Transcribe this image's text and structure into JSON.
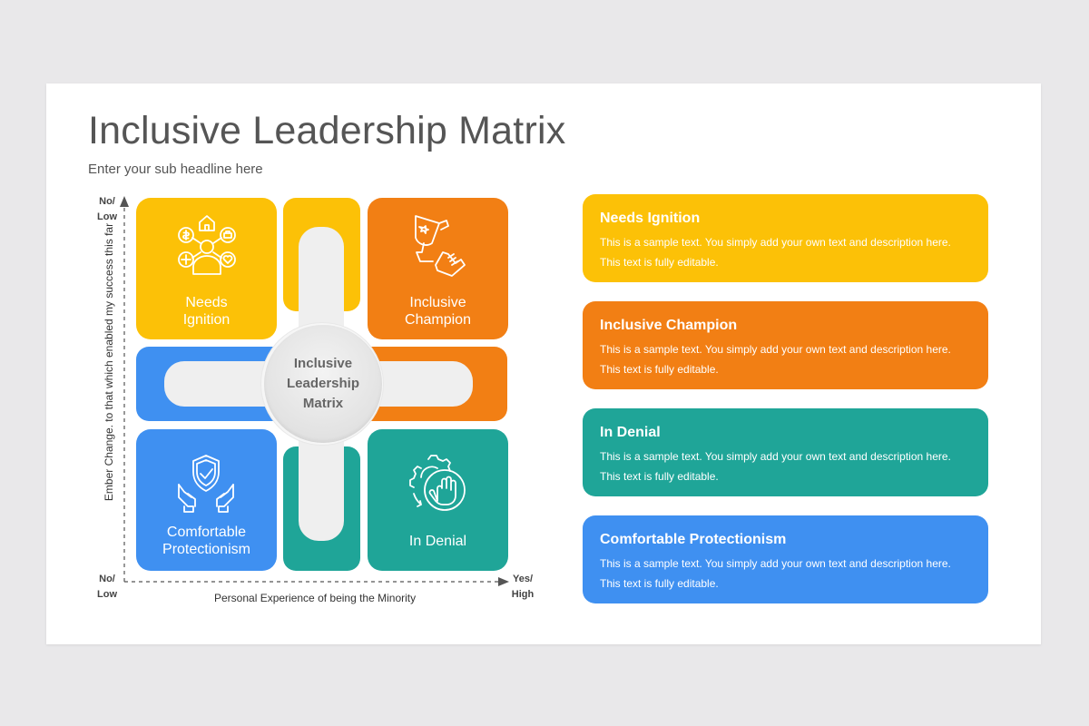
{
  "slide": {
    "title": "Inclusive Leadership Matrix",
    "subtitle": "Enter your sub headline here"
  },
  "matrix": {
    "center": [
      "Inclusive",
      "Leadership",
      "Matrix"
    ],
    "quadrants": {
      "top_left": {
        "line1": "Needs",
        "line2": "Ignition",
        "color": "#FCC107",
        "icon": "person-with-icons-icon"
      },
      "top_right": {
        "line1": "Inclusive",
        "line2": "Champion",
        "color": "#F27F14",
        "icon": "trophy-hand-icon"
      },
      "bottom_left": {
        "line1": "Comfortable",
        "line2": "Protectionism",
        "color": "#3F90F1",
        "icon": "shield-hands-icon"
      },
      "bottom_right": {
        "line1": "",
        "line2": "In Denial",
        "color": "#1FA598",
        "icon": "gear-stop-hand-icon"
      }
    },
    "axes": {
      "y_top": [
        "No/",
        "Low"
      ],
      "y_bottom": [
        "No/",
        "Low"
      ],
      "x_right": [
        "Yes/",
        "High"
      ],
      "x_title": "Personal Experience of being the Minority",
      "y_title": "Ember Change. to that which enabled my success this far"
    }
  },
  "cards": [
    {
      "title": "Needs Ignition",
      "line1": "This is a sample text. You simply add your own text and description here.",
      "line2": "This text is fully editable.",
      "color": "#FCC107"
    },
    {
      "title": "Inclusive Champion",
      "line1": "This is a sample text. You simply add your own text and description here.",
      "line2": "This text is fully editable.",
      "color": "#F27F14"
    },
    {
      "title": "In Denial",
      "line1": "This is a sample text. You simply add your own text and description here.",
      "line2": "This text is fully editable.",
      "color": "#1FA598"
    },
    {
      "title": "Comfortable Protectionism",
      "line1": "This is a sample text. You simply add your own text and description here.",
      "line2": "This text is fully editable.",
      "color": "#3F90F1"
    }
  ]
}
